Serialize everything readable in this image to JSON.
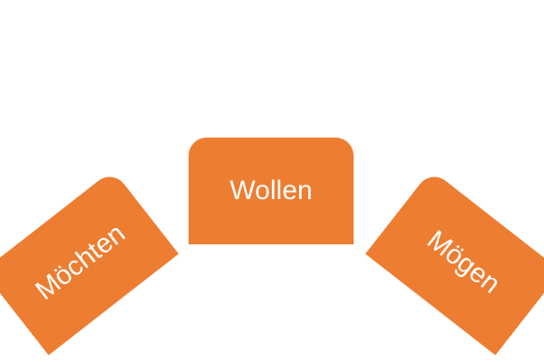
{
  "diagram": {
    "items": [
      {
        "label": "Möchten"
      },
      {
        "label": "Wollen"
      },
      {
        "label": "Mögen"
      }
    ],
    "colors": {
      "shape_fill": "#ed7d31",
      "text": "#ffffff"
    }
  }
}
